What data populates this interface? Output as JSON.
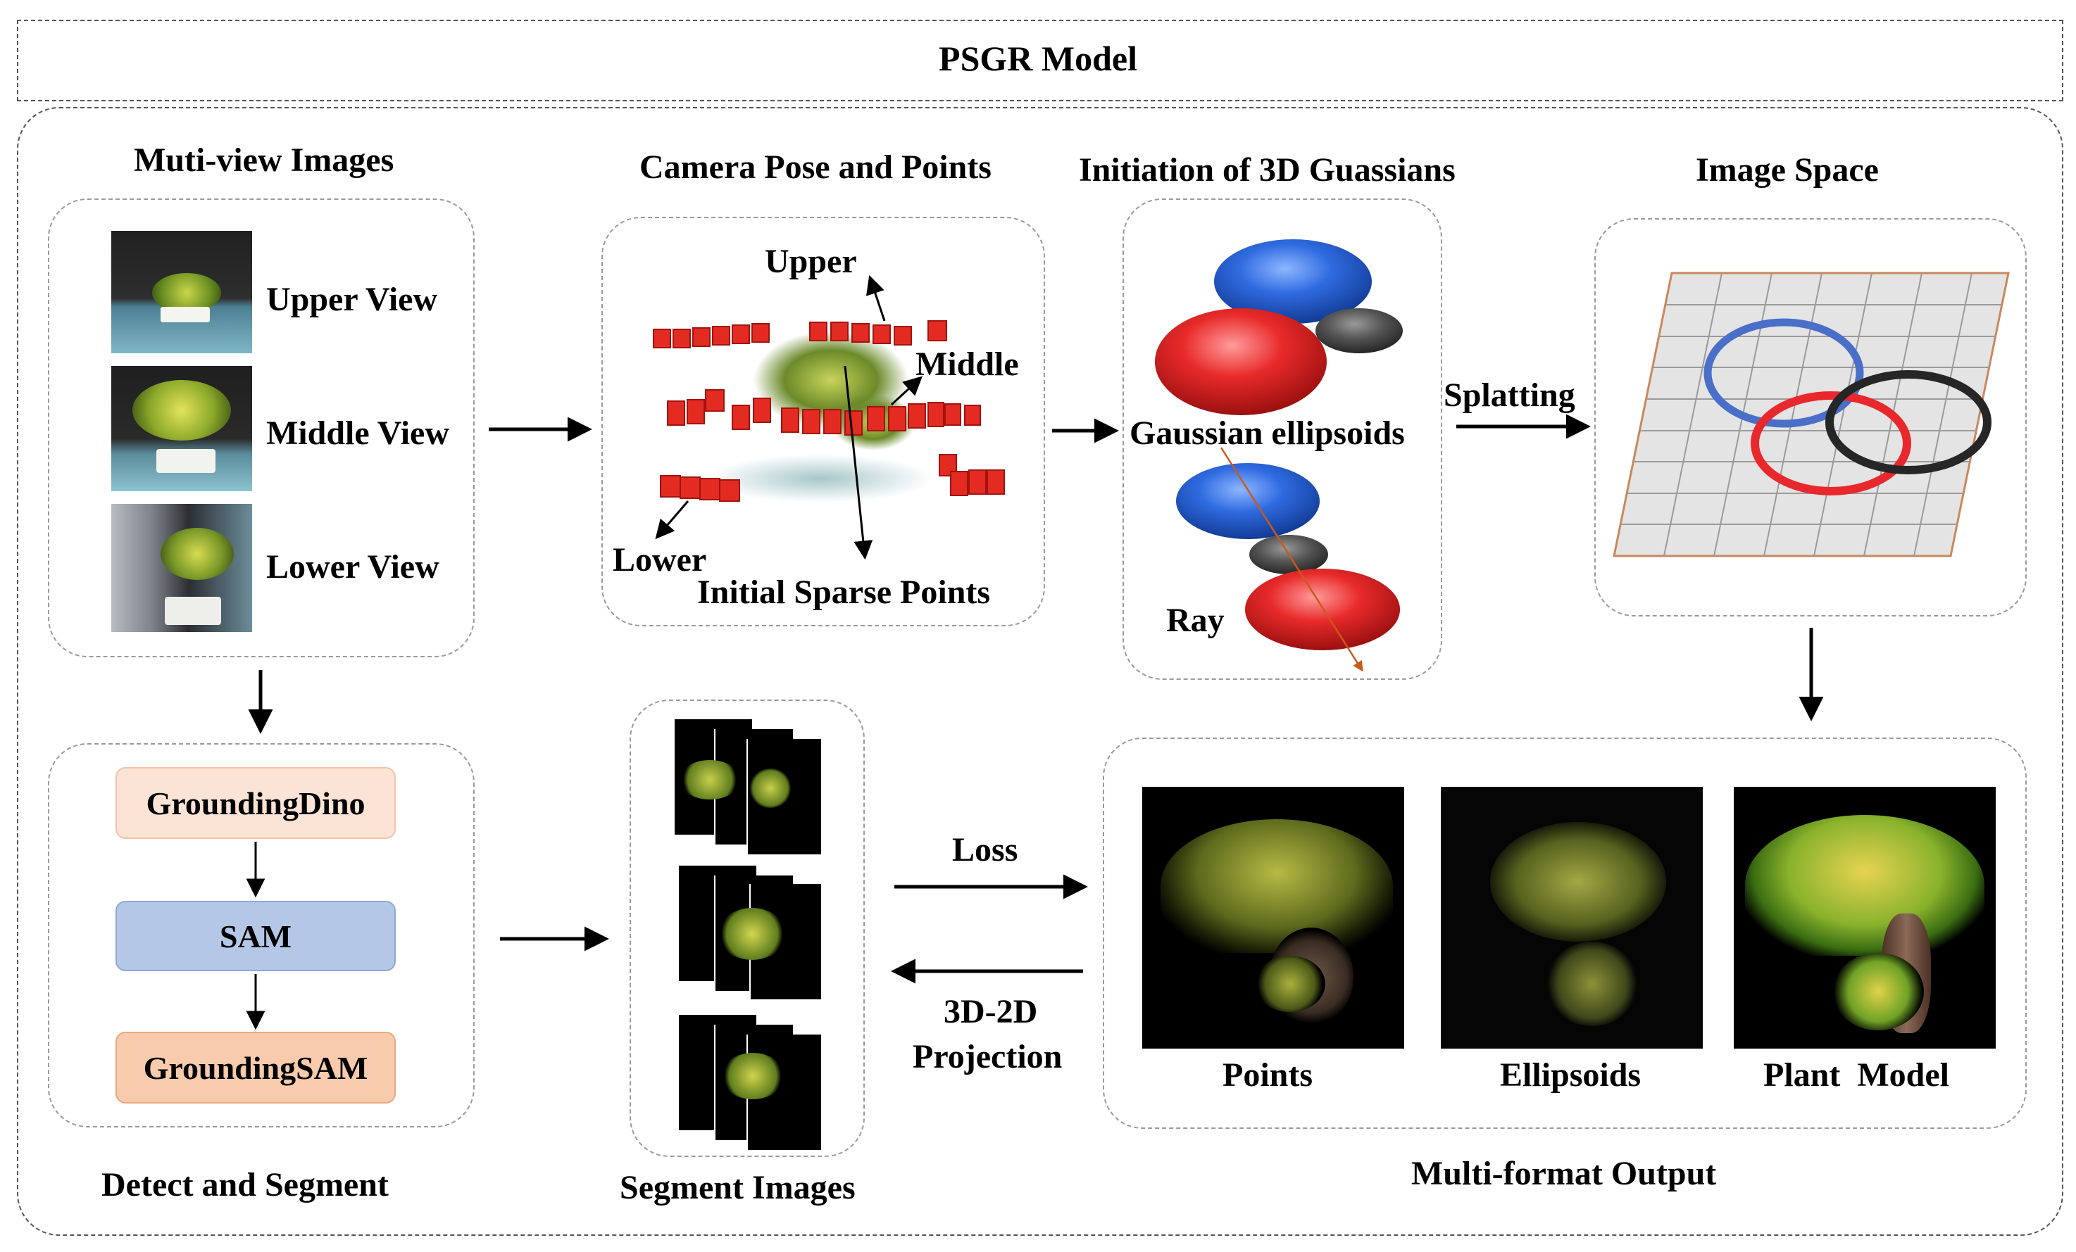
{
  "header": {
    "title": "PSGR Model"
  },
  "sections": {
    "multiview": {
      "title": "Muti-view Images",
      "views": [
        "Upper View",
        "Middle View",
        "Lower View"
      ]
    },
    "camera": {
      "title": "Camera Pose and Points",
      "labels": {
        "upper": "Upper",
        "middle": "Middle",
        "lower": "Lower",
        "sparse": "Initial Sparse Points"
      }
    },
    "gaussians": {
      "title": "Initiation of 3D Guassians",
      "ellipsoids_label": "Gaussian ellipsoids",
      "ray_label": "Ray"
    },
    "splatting": {
      "label": "Splatting"
    },
    "image_space": {
      "title": "Image Space"
    },
    "detect": {
      "title": "Detect and Segment",
      "steps": [
        "GroundingDino",
        "SAM",
        "GroundingSAM"
      ]
    },
    "segment": {
      "title": "Segment Images"
    },
    "loss": {
      "label": "Loss"
    },
    "projection": {
      "line1": "3D-2D",
      "line2": "Projection"
    },
    "output": {
      "title": "Multi-format Output",
      "items": [
        "Points",
        "Ellipsoids",
        "Plant  Model"
      ]
    }
  },
  "colors": {
    "dino_fill": "#fbe3d6",
    "dino_border": "#f4c3a8",
    "sam_fill": "#b4c7e7",
    "sam_border": "#8fa9d6",
    "gsam_fill": "#f8cbad",
    "gsam_border": "#e9a77f",
    "red": "#e8282c",
    "blue": "#3a6fd8",
    "grid_bg": "#e4e4e4",
    "grid_line": "#9a9a9a",
    "grid_border": "#c9885c"
  }
}
